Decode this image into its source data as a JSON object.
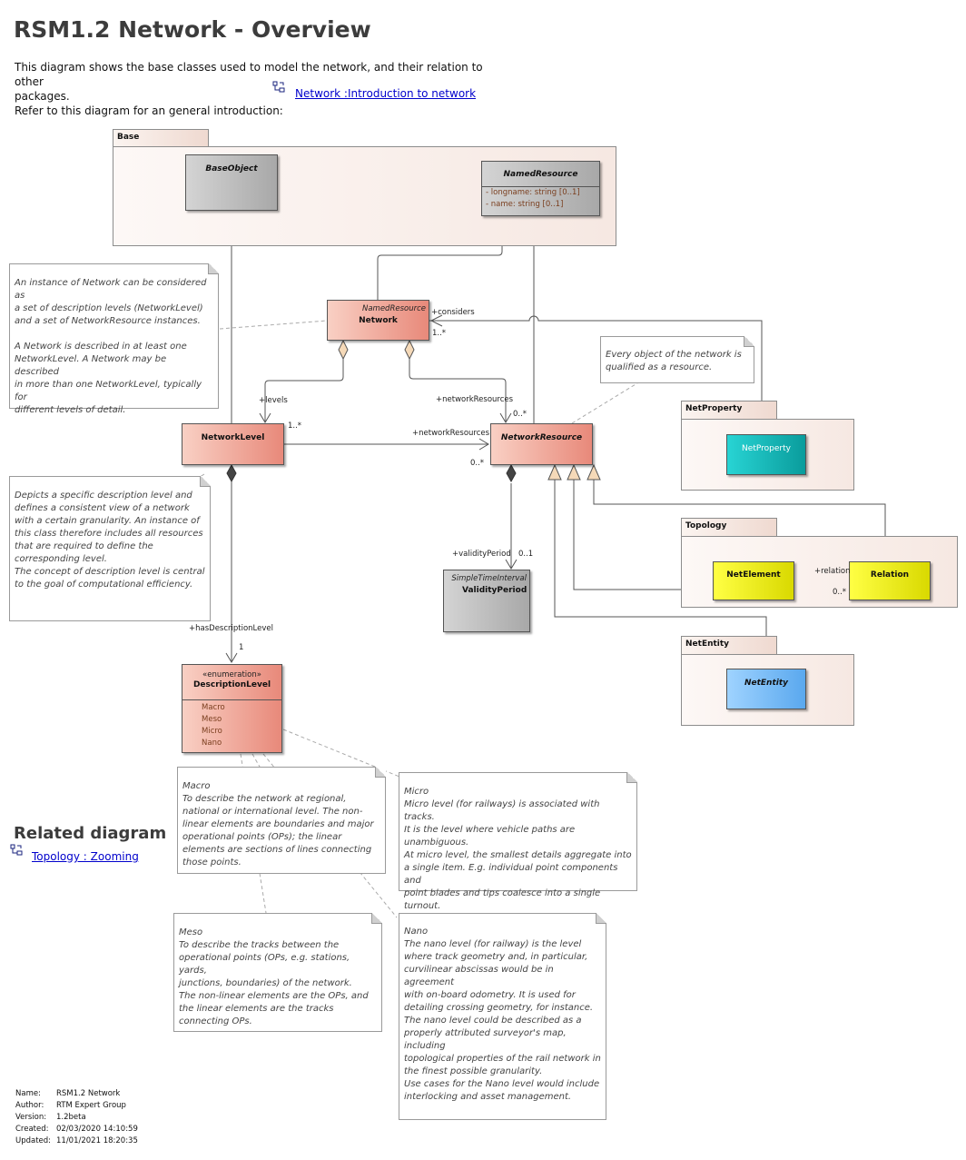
{
  "title": "RSM1.2 Network - Overview",
  "intro": {
    "line1": "This diagram shows the base classes used to model the network, and their relation to other",
    "line2": "packages.",
    "line3": "Refer to this diagram for an general introduction:"
  },
  "intro_link": "Network :Introduction to network",
  "related": {
    "title": "Related diagram",
    "link": "Topology : Zooming"
  },
  "icons": {
    "diagram_link_icon": "diagram-link-icon"
  },
  "packages": {
    "base": "Base",
    "netproperty": "NetProperty",
    "topology": "Topology",
    "netentity": "NetEntity"
  },
  "classes": {
    "baseobject": {
      "name": "BaseObject"
    },
    "namedresource": {
      "name": "NamedResource",
      "attrs": [
        "-     longname: string [0..1]",
        "-     name: string [0..1]"
      ]
    },
    "network": {
      "stereo": "NamedResource",
      "name": "Network"
    },
    "networklevel": {
      "name": "NetworkLevel"
    },
    "networkresource": {
      "name": "NetworkResource"
    },
    "validityperiod": {
      "stereo": "SimpleTimeInterval",
      "name": "ValidityPeriod"
    },
    "descriptionlevel": {
      "stereo": "«enumeration»",
      "name": "DescriptionLevel",
      "literals": [
        "Macro",
        "Meso",
        "Micro",
        "Nano"
      ]
    },
    "netproperty": {
      "name": "NetProperty"
    },
    "netelement": {
      "name": "NetElement"
    },
    "relation": {
      "name": "Relation"
    },
    "netentity": {
      "name": "NetEntity"
    }
  },
  "labels": {
    "considers": "+considers",
    "considers_mult": "1..*",
    "levels": "+levels",
    "levels_mult": "1..*",
    "netres1": "+networkResources",
    "netres1_mult": "0..*",
    "netres2": "+networkResources",
    "netres2_mult": "0..*",
    "validity": "+validityPeriod",
    "validity_mult": "0..1",
    "hasdesc": "+hasDescriptionLevel",
    "hasdesc_mult": "1",
    "relation": "+relation",
    "relation_mult": "0..*"
  },
  "notes": {
    "network": [
      "An instance of Network can be considered as",
      "a set of description levels (NetworkLevel)",
      "and a set of NetworkResource instances.",
      "",
      "A Network is described in at least one",
      "NetworkLevel. A Network may be described",
      "in more than one NetworkLevel, typically for",
      "different levels of detail."
    ],
    "resource": [
      "Every object of the network is",
      "qualified as a resource."
    ],
    "level": [
      "Depicts a specific description level and",
      "defines a consistent view of a network",
      "with a certain granularity. An instance of",
      "this class therefore includes all resources",
      "that are required to define the",
      "corresponding level.",
      "The concept of description level is central",
      "to the goal of computational efficiency."
    ],
    "macro": [
      "Macro",
      "To describe the network at regional,",
      "national or international level. The non-",
      "linear elements are boundaries and major",
      "operational points (OPs); the linear",
      "elements are sections of lines connecting",
      "those points."
    ],
    "micro": [
      "Micro",
      "Micro level (for railways) is associated with tracks.",
      "It is the level where vehicle paths are",
      "unambiguous.",
      "At micro level, the smallest details aggregate into",
      "a single item. E.g. individual point components and",
      "point blades and tips coalesce into a single turnout."
    ],
    "meso": [
      "Meso",
      "To describe the tracks between the",
      "operational points (OPs, e.g. stations, yards,",
      "junctions, boundaries) of the network.",
      "The non-linear elements are the OPs, and",
      "the linear elements are the tracks",
      "connecting OPs."
    ],
    "nano": [
      "Nano",
      "The nano level (for railway) is the level",
      "where track geometry and, in particular,",
      "curvilinear abscissas would be in agreement",
      "with on-board odometry. It is used for",
      "detailing crossing geometry, for instance.",
      "The nano level could be described as a",
      "properly attributed surveyor's map, including",
      "topological properties of the rail network in",
      "the finest possible granularity.",
      "Use cases for the Nano level would include",
      "interlocking and asset management."
    ]
  },
  "meta": {
    "name_k": "Name:",
    "name_v": "RSM1.2 Network",
    "author_k": "Author:",
    "author_v": "RTM Expert Group",
    "version_k": "Version:",
    "version_v": "1.2beta",
    "created_k": "Created:",
    "created_v": "02/03/2020 14:10:59",
    "updated_k": "Updated:",
    "updated_v": "11/01/2021 18:20:35"
  }
}
